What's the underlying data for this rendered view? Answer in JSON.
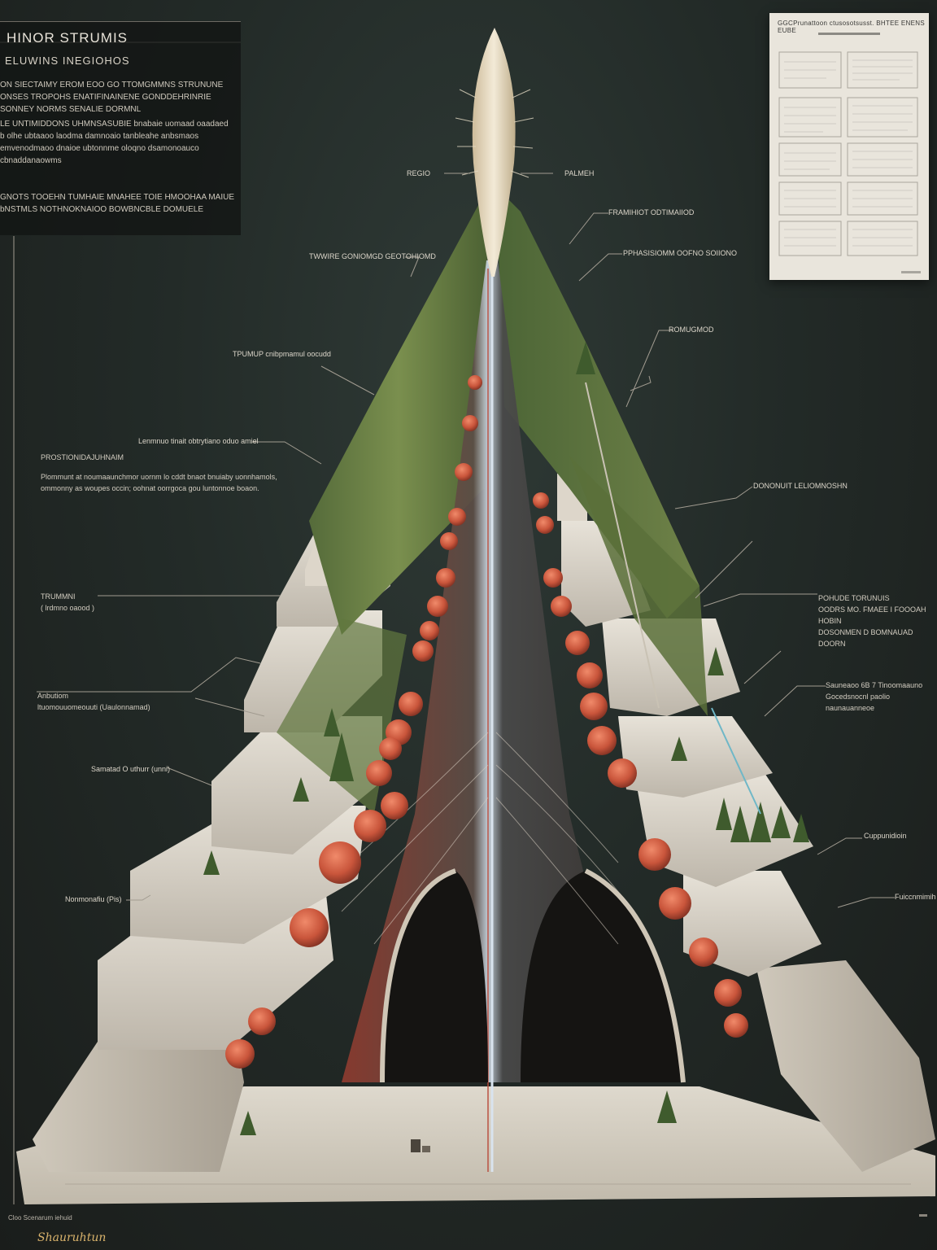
{
  "panel": {
    "title": "HINOR STRUMIS",
    "subtitle": "ELUWINS INEGIOHOS",
    "paragraphs": [
      [
        "ON SIECTAIMY EROM EOO GO TTOMGMMNS STRUNUNE",
        "ONSES TROPOHS ENATIFINAINENE GONDDEHRINRIE",
        "SONNEY NORMS SENALIE DORMNL"
      ],
      [
        "LE UNTIMIDDONS UHMNSASUBIE bnabaie uomaad oaadaed",
        "b olhe ubtaaoo laodma damnoaio tanbleahe anbsmaos",
        "emvenodmaoo dnaioe ubtonnme oloqno dsamonoauco",
        "cbnaddanaowms"
      ],
      [
        "GNOTS TOOEHN TUMHAIE MNAHEE TOIE HMOOHAA MAIUE",
        "bNSTMLS NOTHNOKNAIOO BOWBNCBLE DOMUELE"
      ]
    ]
  },
  "sheet": {
    "header": "GGCPrunattoon ctusosotsusst. BHTEE ENENS EUBE"
  },
  "labels": {
    "apex": "REGIO",
    "apex_right": "PALMEH",
    "r1": "FRAMIHIOT ODTIMAIIOD",
    "r2": "PPHASISIOMM OOFNO SOIIONO",
    "r3": "ROMUGMOD",
    "r4": "DONONUIT LELIOMNOSHN",
    "r5_head": "POHUDE TORUNUIS",
    "r5_line1": "OODRS MO. FMAEE I FOOOAH HOBIN",
    "r5_line2": "DOSONMEN D BOMNAUAD DOORN",
    "r6_head": "Sauneaoo 6B 7 Tinoomaauno",
    "r6_line": "Gocedsnocnl paolio naunauanneoe",
    "r7": "Cuppunidioin",
    "r8": "Fuiccnmimih",
    "l1": "TWWIRE GONIOMGD GEOTOHIOMD",
    "l2": "TPUMUP cnibpmamul oocudd",
    "l3_head": "PROSTIONIDAJUHNAIM",
    "l3_line1": "Plommunt at noumaaunchmor uornm lo cddt bnaot bnuiaby uonnhamols,",
    "l3_line2": "ommonny as woupes occin; oohnat oorrgoca gou luntonnoe boaon.",
    "l3_callout": "Lenmnuo tinait obtrytiano oduo amiel",
    "l4_head": "TRUMMNI",
    "l4_sub": "( lrdmno oaood )",
    "l5_head": "Anbutiom",
    "l5_sub": "ltuomouuomeouuti (Uaulonnamad)",
    "l6": "Samatad O uthurr (unni)",
    "l7": "Nonmonafiu (Pis)",
    "corner": "Cloo Scenarum iehuid"
  },
  "signature": "Shauruhtun"
}
